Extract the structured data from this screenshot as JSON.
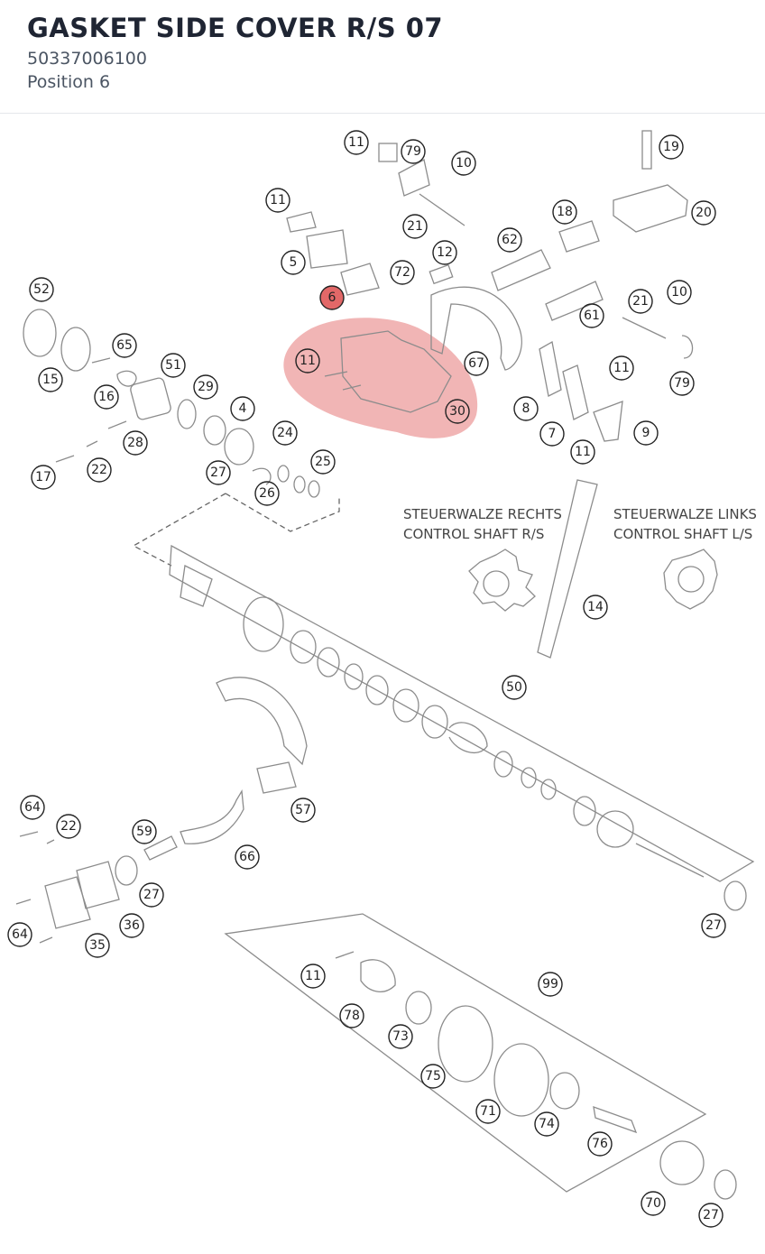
{
  "header": {
    "title": "GASKET SIDE COVER R/S 07",
    "part_number": "50337006100",
    "position": "Position 6"
  },
  "diagram": {
    "captions": {
      "right_de": "STEUERWALZE RECHTS",
      "right_en": "CONTROL SHAFT R/S",
      "left_de": "STEUERWALZE LINKS",
      "left_en": "CONTROL SHAFT L/S"
    },
    "colors": {
      "highlight": "#e05b5b",
      "callout_active": "#e26868"
    },
    "highlighted_position": "6",
    "callouts": [
      "11",
      "79",
      "10",
      "19",
      "18",
      "20",
      "11",
      "21",
      "12",
      "62",
      "5",
      "72",
      "6",
      "52",
      "21",
      "10",
      "61",
      "11",
      "67",
      "65",
      "51",
      "15",
      "16",
      "29",
      "4",
      "30",
      "8",
      "11",
      "79",
      "7",
      "9",
      "11",
      "24",
      "28",
      "17",
      "22",
      "27",
      "25",
      "26",
      "14",
      "50",
      "64",
      "22",
      "59",
      "57",
      "66",
      "27",
      "64",
      "36",
      "35",
      "27",
      "11",
      "99",
      "78",
      "73",
      "75",
      "71",
      "74",
      "76",
      "70",
      "27"
    ]
  }
}
